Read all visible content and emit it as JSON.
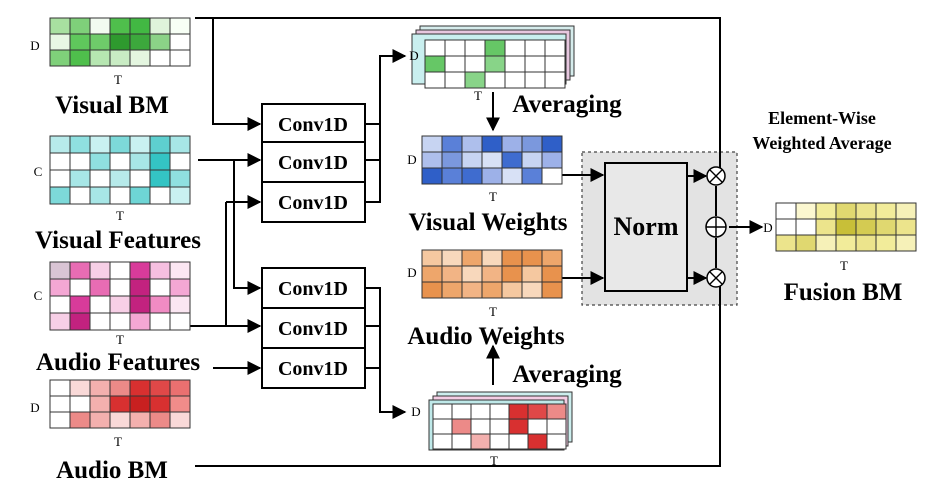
{
  "labels": {
    "visual_bm": "Visual BM",
    "visual_features": "Visual Features",
    "audio_features": "Audio Features",
    "audio_bm": "Audio BM",
    "conv": "Conv1D",
    "averaging": "Averaging",
    "visual_weights": "Visual Weights",
    "audio_weights": "Audio Weights",
    "norm": "Norm",
    "element_wise_line1": "Element-Wise",
    "element_wise_line2": "Weighted Average",
    "fusion_bm": "Fusion BM",
    "axis_d": "D",
    "axis_c": "C",
    "axis_t": "T",
    "otimes": "⊗",
    "oplus": "⊕"
  },
  "grids": {
    "visual_bm": {
      "cells": [
        [
          "#a8e0a0",
          "#7fd07a",
          "#f2fbf0",
          "#4fbf4c",
          "#42b843",
          "#dff3db",
          "#f7fff5"
        ],
        [
          "#e8f7e4",
          "#5fc85c",
          "#6ecc6a",
          "#2e9a2e",
          "#3ca83c",
          "#8bd287",
          "#ffffff"
        ],
        [
          "#7fd07a",
          "#4fbf4c",
          "#b6e6b1",
          "#c9ecc4",
          "#e4f6e0",
          "#ffffff",
          "#ffffff"
        ]
      ]
    },
    "visual_features": {
      "cells": [
        [
          "#b7eaea",
          "#8fe0e0",
          "#c9f1f1",
          "#7dd9d9",
          "#c9f1f1",
          "#5ecfcf",
          "#a7e6e6"
        ],
        [
          "#ffffff",
          "#ffffff",
          "#8fe0e0",
          "#ffffff",
          "#a7e6e6",
          "#34c4c4",
          "#ffffff"
        ],
        [
          "#ffffff",
          "#a7e6e6",
          "#ffffff",
          "#b7eaea",
          "#ffffff",
          "#34c4c4",
          "#8fe0e0"
        ],
        [
          "#7dd9d9",
          "#ffffff",
          "#a7e6e6",
          "#ffffff",
          "#6ed5d5",
          "#ffffff",
          "#c9f1f1"
        ]
      ]
    },
    "audio_features": {
      "cells": [
        [
          "#d9c4d4",
          "#e86cb3",
          "#f7cfe6",
          "#ffffff",
          "#d83b9a",
          "#f6bfe0",
          "#fbe6f2"
        ],
        [
          "#f4a7d4",
          "#ffffff",
          "#e86cb3",
          "#ffffff",
          "#c2227f",
          "#ffffff",
          "#f4a7d4"
        ],
        [
          "#ffffff",
          "#d83b9a",
          "#ffffff",
          "#f7cfe6",
          "#c2227f",
          "#f08bc3",
          "#fbe6f2"
        ],
        [
          "#f7cfe6",
          "#c2227f",
          "#ffffff",
          "#ffffff",
          "#f4a7d4",
          "#ffffff",
          "#ffffff"
        ]
      ]
    },
    "audio_bm": {
      "cells": [
        [
          "#ffffff",
          "#f9d9d8",
          "#f3b0ae",
          "#ec8a88",
          "#d83030",
          "#e04848",
          "#ea7070"
        ],
        [
          "#ffffff",
          "#ffffff",
          "#f3b0ae",
          "#d83030",
          "#c82020",
          "#d83030",
          "#f08c8a"
        ],
        [
          "#ffffff",
          "#ec8a88",
          "#f3b0ae",
          "#f9d9d8",
          "#f3b0ae",
          "#ec8a88",
          "#f9d9d8"
        ]
      ]
    },
    "visual_weights": {
      "cells": [
        [
          "#c7d4f2",
          "#5a80d8",
          "#aebfec",
          "#2f5fc8",
          "#9db1e8",
          "#7b98dd",
          "#2f5fc8"
        ],
        [
          "#aebfec",
          "#7b98dd",
          "#c7d4f2",
          "#d8e1f6",
          "#3f6ccf",
          "#c7d4f2",
          "#9db1e8"
        ],
        [
          "#2f5fc8",
          "#5a80d8",
          "#3f6ccf",
          "#9db1e8",
          "#d8e1f6",
          "#5a80d8",
          "#ffffff"
        ]
      ]
    },
    "audio_weights": {
      "cells": [
        [
          "#f5c8a0",
          "#f8d8bc",
          "#eea66b",
          "#f8d8bc",
          "#e8924d",
          "#e8924d",
          "#eea66b"
        ],
        [
          "#eea66b",
          "#f2b485",
          "#f8d8bc",
          "#f2b485",
          "#e8924d",
          "#f5c8a0",
          "#e8924d"
        ],
        [
          "#e8924d",
          "#eea66b",
          "#f2b485",
          "#eea66b",
          "#f5c8a0",
          "#f8d8bc",
          "#e8924d"
        ]
      ]
    },
    "fusion_bm": {
      "cells": [
        [
          "#ffffff",
          "#fbf7d0",
          "#f2ec9a",
          "#e0d870",
          "#ece48c",
          "#f2ec9a",
          "#f6f1b8"
        ],
        [
          "#ffffff",
          "#ffffff",
          "#ece48c",
          "#c8bf38",
          "#d4cb52",
          "#e0d870",
          "#ece48c"
        ],
        [
          "#ece48c",
          "#e0d870",
          "#f6f1b8",
          "#f2ec9a",
          "#ece48c",
          "#f2ec9a",
          "#f6f1b8"
        ]
      ]
    },
    "visual_stack_front": {
      "cells": [
        [
          "#ffffff",
          "#ffffff",
          "#ffffff",
          "#66c766",
          "#ffffff",
          "#ffffff",
          "#ffffff"
        ],
        [
          "#66c766",
          "#ffffff",
          "#ffffff",
          "#88d488",
          "#ffffff",
          "#ffffff",
          "#ffffff"
        ],
        [
          "#ffffff",
          "#ffffff",
          "#88d488",
          "#ffffff",
          "#ffffff",
          "#ffffff",
          "#ffffff"
        ]
      ]
    },
    "audio_stack_front": {
      "cells": [
        [
          "#ffffff",
          "#ffffff",
          "#ffffff",
          "#ffffff",
          "#d83030",
          "#e04848",
          "#ec8a88"
        ],
        [
          "#ffffff",
          "#ec8a88",
          "#ffffff",
          "#ffffff",
          "#d83030",
          "#ffffff",
          "#ffffff"
        ],
        [
          "#ffffff",
          "#ffffff",
          "#f3b0ae",
          "#ffffff",
          "#ffffff",
          "#d83030",
          "#ffffff"
        ]
      ]
    }
  }
}
